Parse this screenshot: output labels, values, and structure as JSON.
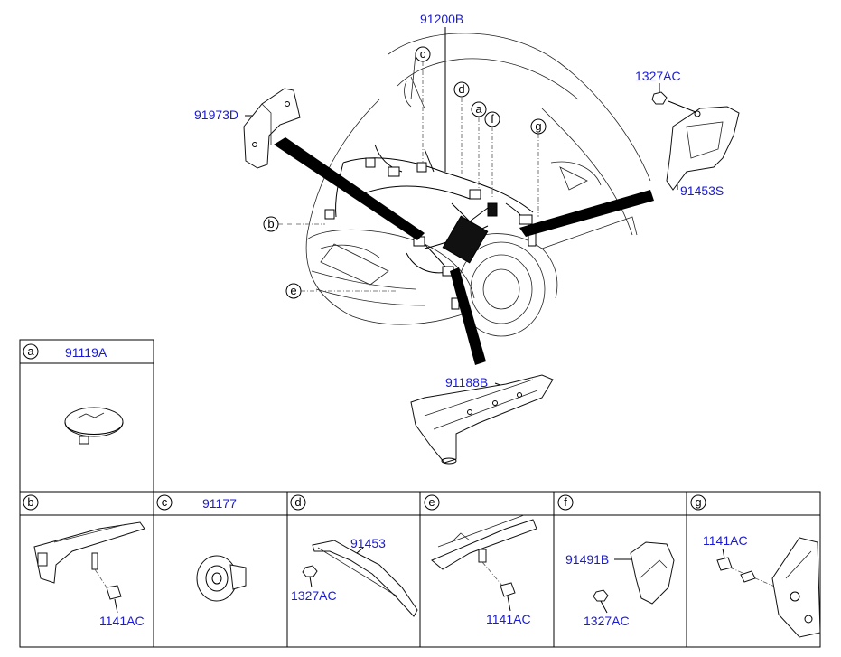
{
  "main_labels": {
    "harness": "91200B",
    "bracket_left": "91973D",
    "nut_top": "1327AC",
    "cover_right": "91453S",
    "bracket_bottom": "91188B"
  },
  "callouts": {
    "c": "c",
    "d": "d",
    "a": "a",
    "f": "f",
    "g": "g",
    "b": "b",
    "e": "e"
  },
  "panels": {
    "a": {
      "letter": "a",
      "part": "91119A"
    },
    "b": {
      "letter": "b",
      "part": "1141AC"
    },
    "c": {
      "letter": "c",
      "part": "91177"
    },
    "d": {
      "letter": "d",
      "part": "91453",
      "part2": "1327AC"
    },
    "e": {
      "letter": "e",
      "part": "1141AC"
    },
    "f": {
      "letter": "f",
      "part": "91491B",
      "part2": "1327AC"
    },
    "g": {
      "letter": "g",
      "part": "1141AC"
    }
  },
  "colors": {
    "part_number": "#1a1ad6",
    "line": "#000000"
  }
}
